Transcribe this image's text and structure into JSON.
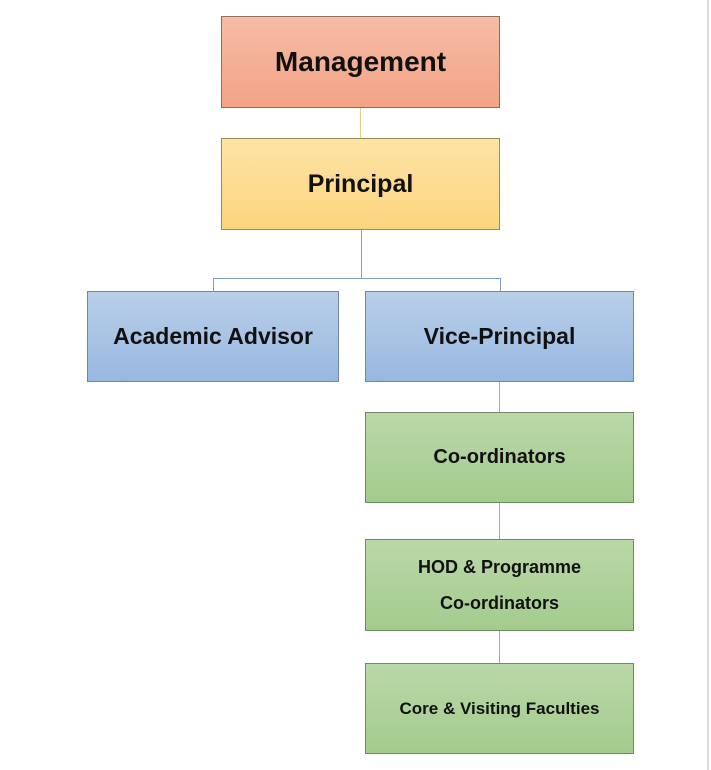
{
  "nodes": {
    "management": "Management",
    "principal": "Principal",
    "academic_advisor": "Academic Advisor",
    "vice_principal": "Vice-Principal",
    "coordinators": "Co-ordinators",
    "hod_line1": "HOD & Programme",
    "hod_line2": "Co-ordinators",
    "faculties": "Core & Visiting Faculties"
  },
  "colors": {
    "management": "#f4ae94",
    "principal": "#fddc92",
    "level2": "#a8c4e5",
    "level3": "#afd19b"
  }
}
